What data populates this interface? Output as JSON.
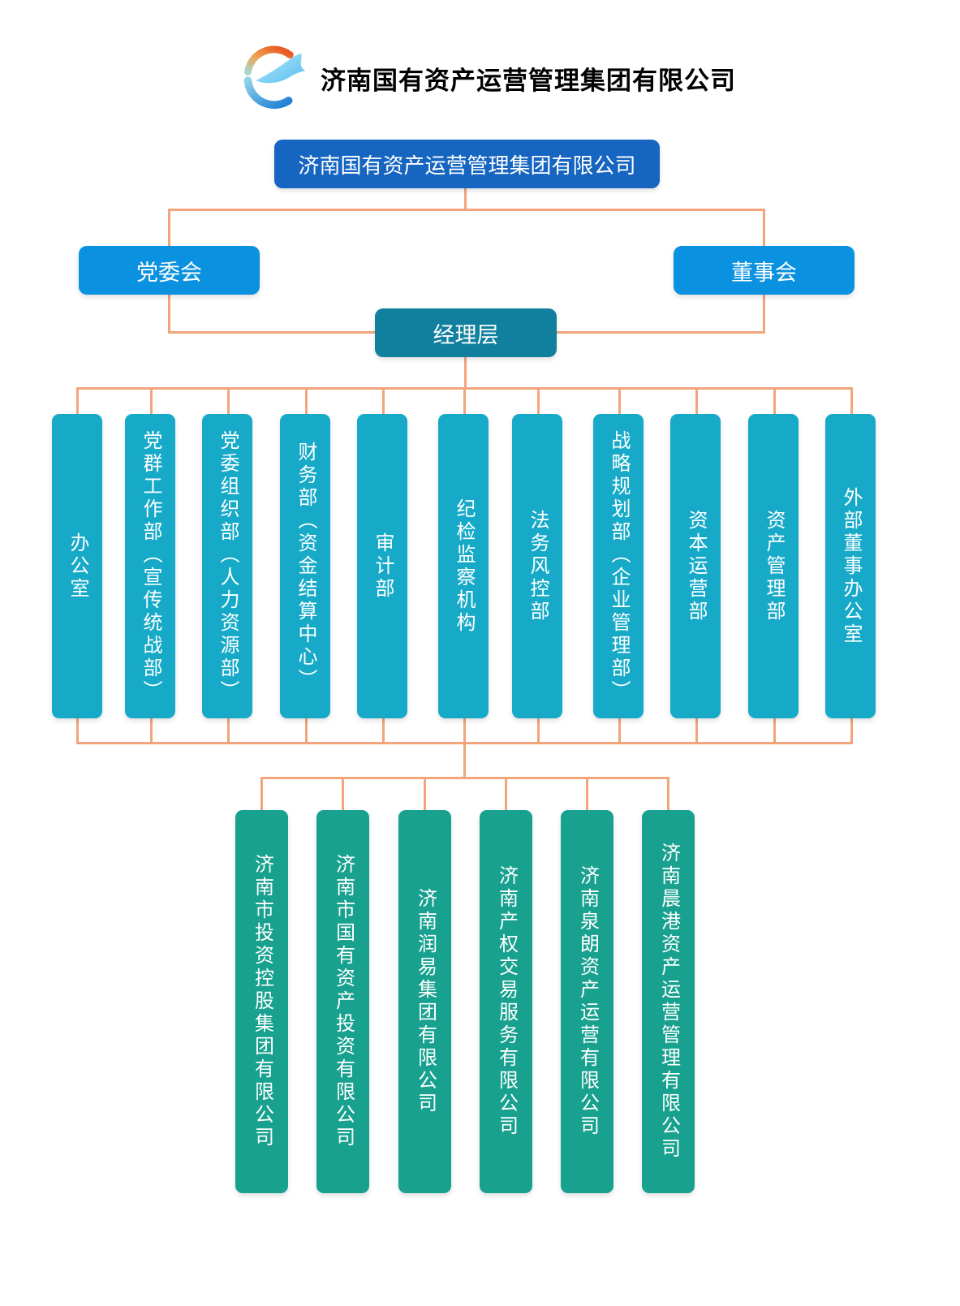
{
  "header": {
    "title": "济南国有资产运营管理集团有限公司",
    "logo_icon": "swirl-whale-logo"
  },
  "colors": {
    "root": "#1565c1",
    "board": "#0a91e0",
    "management": "#11809e",
    "department": "#16aac8",
    "subsidiary": "#17a18e",
    "connector": "#f2a47c",
    "title_text": "#000000",
    "box_text": "#ffffff"
  },
  "org": {
    "root": {
      "label": "济南国有资产运营管理集团有限公司"
    },
    "governance": [
      {
        "label": "党委会"
      },
      {
        "label": "董事会"
      }
    ],
    "management": {
      "label": "经理层"
    },
    "departments": [
      {
        "label": "办公室"
      },
      {
        "label": "党群工作部（宣传统战部）"
      },
      {
        "label": "党委组织部（人力资源部）"
      },
      {
        "label": "财务部（资金结算中心）"
      },
      {
        "label": "审计部"
      },
      {
        "label": "纪检监察机构"
      },
      {
        "label": "法务风控部"
      },
      {
        "label": "战略规划部（企业管理部）"
      },
      {
        "label": "资本运营部"
      },
      {
        "label": "资产管理部"
      },
      {
        "label": "外部董事办公室"
      }
    ],
    "subsidiaries": [
      {
        "label": "济南市投资控股集团有限公司"
      },
      {
        "label": "济南市国有资产投资有限公司"
      },
      {
        "label": "济南润易集团有限公司"
      },
      {
        "label": "济南产权交易服务有限公司"
      },
      {
        "label": "济南泉朗资产运营有限公司"
      },
      {
        "label": "济南晨港资产运营管理有限公司"
      }
    ]
  }
}
